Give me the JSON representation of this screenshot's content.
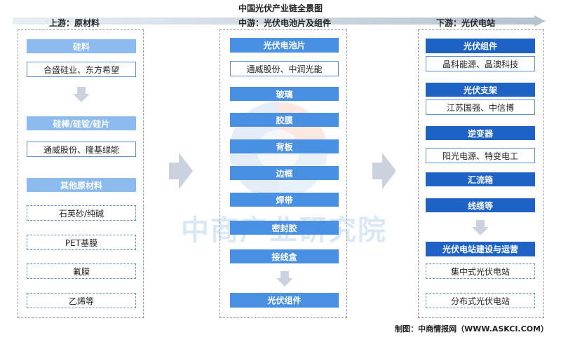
{
  "title": "中国光伏产业链全景图",
  "watermark": "中商产业研究院",
  "source": "制图：中商情报网（WWW.ASKCI.COM）",
  "upstream": {
    "header": "上游：原材料",
    "silicon": "硅料",
    "silicon_companies": "合盛硅业、东方希望",
    "rod": "硅棒/硅锭/硅片",
    "rod_companies": "通威股份、隆基绿能",
    "other": "其他原材料",
    "other_items": [
      "石英砂/纯碱",
      "PET基膜",
      "氟膜",
      "乙烯等"
    ]
  },
  "midstream": {
    "header": "中游：光伏电池片及组件",
    "cell": "光伏电池片",
    "cell_companies": "通威股份、中润光能",
    "materials": [
      "玻璃",
      "胶膜",
      "背板",
      "边框",
      "焊带",
      "密封胶",
      "接线盒"
    ],
    "module": "光伏组件"
  },
  "downstream": {
    "header": "下游：光伏电站",
    "groups": [
      {
        "name": "光伏组件",
        "companies": "晶科能源、晶澳科技"
      },
      {
        "name": "光伏支架",
        "companies": "江苏国强、中信博"
      },
      {
        "name": "逆变器",
        "companies": "阳光电源、特变电工"
      }
    ],
    "plain_items": [
      "汇流箱",
      "线缆等"
    ],
    "station_build": "光伏电站建设与运营",
    "station_types": [
      "集中式光伏电站",
      "分布式光伏电站"
    ]
  },
  "colors": {
    "light_blue": "#8cbcef",
    "mid_blue": "#4a90e2",
    "dark_blue": "#1d62c4",
    "border_blue": "#5d93d6",
    "arrow_grey": "#c9d2de"
  }
}
